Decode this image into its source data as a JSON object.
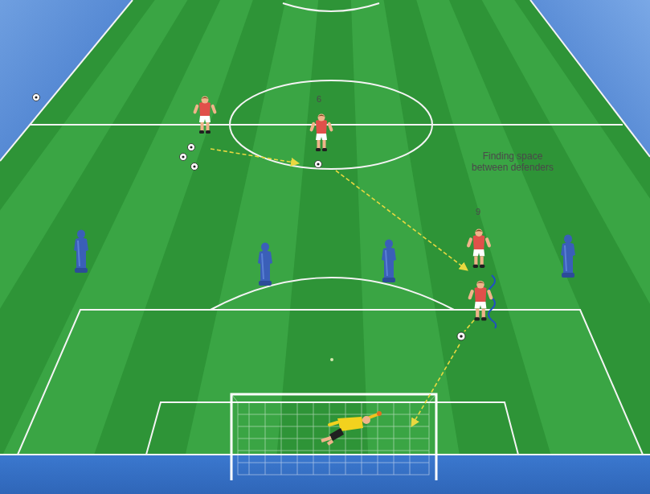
{
  "diagram": {
    "labels": [
      "6",
      "9",
      "Finding space between defenders"
    ]
  }
}
